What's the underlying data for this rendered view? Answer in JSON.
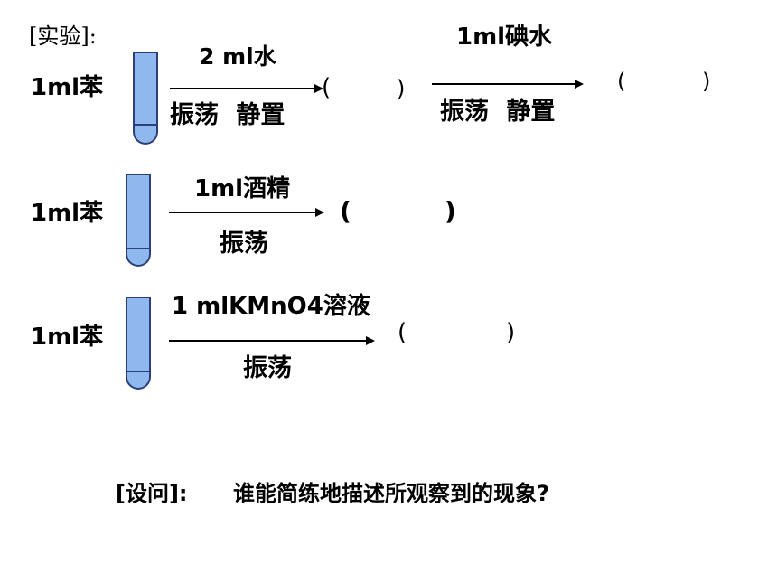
{
  "header": {
    "label": "[实验]:"
  },
  "rows": [
    {
      "substance": "1ml苯",
      "reagent": "2 ml水",
      "action": "振荡 静置",
      "result_open": "(",
      "result_close": ")",
      "second_reagent": "1ml碘水",
      "second_action": "振荡 静置",
      "second_open": "(",
      "second_close": ")"
    },
    {
      "substance": "1ml苯",
      "reagent": "1ml酒精",
      "action": "振荡",
      "result_open": "(",
      "result_close": ")"
    },
    {
      "substance": "1ml苯",
      "reagent": "1 mlKMnO4溶液",
      "action": "振荡",
      "result_open": "(",
      "result_close": ")"
    }
  ],
  "question": {
    "label": "[设问]:",
    "text": "谁能简练地描述所观察到的现象?"
  }
}
